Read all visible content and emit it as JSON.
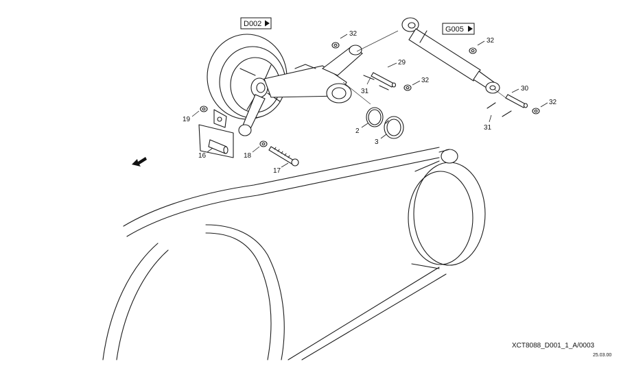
{
  "references": [
    {
      "id": "ref-d002",
      "label": "D002"
    },
    {
      "id": "ref-g005",
      "label": "G005"
    }
  ],
  "callouts": [
    "32",
    "29",
    "31",
    "32",
    "32",
    "30",
    "32",
    "31",
    "19",
    "16",
    "18",
    "17",
    "2",
    "3"
  ],
  "document": {
    "code": "XCT8088_D001_1_A/0003",
    "date": "25.03.00"
  },
  "icons": [
    "reference-arrow-icon",
    "direction-arrow-icon"
  ],
  "colors": {
    "line": "#1a1a1a",
    "background": "#ffffff"
  }
}
